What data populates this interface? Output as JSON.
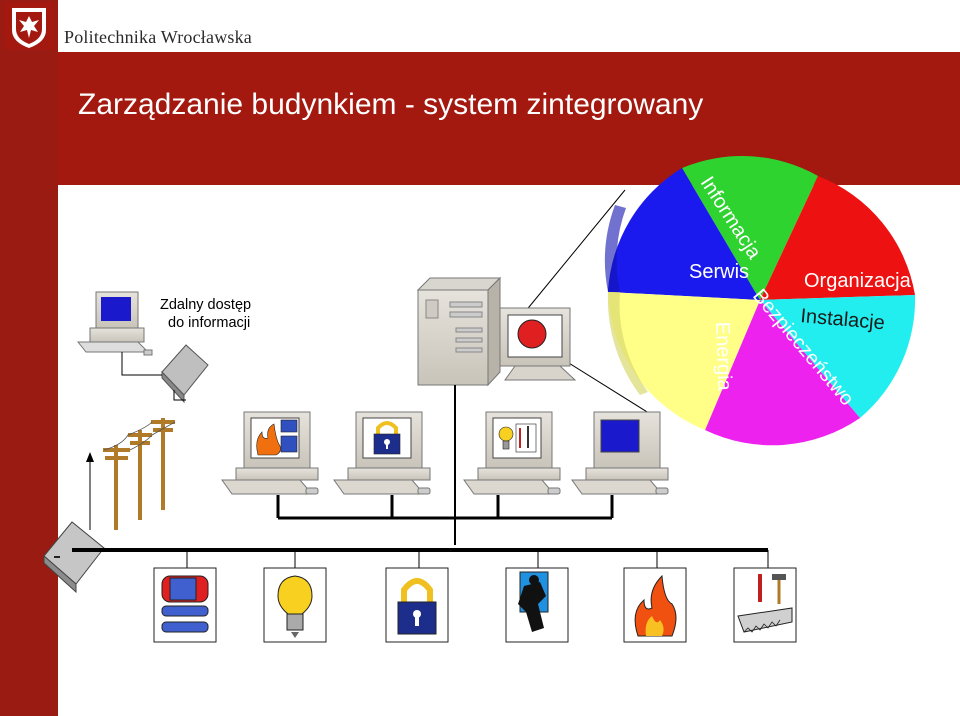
{
  "header": {
    "logo_text": "Politechnika Wrocławska",
    "title": "Zarządzanie budynkiem - system zintegrowany"
  },
  "remote_access": {
    "line1": "Zdalny dostęp",
    "line2": "do informacji"
  },
  "pie": {
    "labels": {
      "informacja": "Informacja",
      "serwis": "Serwis",
      "organizacja": "Organizacja",
      "instalacje": "Instalacje",
      "bezpieczenstwo": "Bezpieczeństwo",
      "energia": "Energia"
    },
    "colors": {
      "informacja": "#2fd32f",
      "serwis": "#1a1aee",
      "organizacja": "#ee1111",
      "instalacje": "#22eef0",
      "bezpieczenstwo": "#ee22ee",
      "energia": "#ffff88"
    }
  },
  "colors": {
    "brand_red": "#a3190f",
    "bus_line": "#000000"
  },
  "icons": {
    "network_workstations": [
      "fire-hvac-icon",
      "lock-icon",
      "lightbulb-tools-icon",
      "blank-screen-icon"
    ],
    "subsystems": [
      "heating-radiator-icon",
      "lightbulb-icon",
      "padlock-icon",
      "intruder-icon",
      "fire-icon",
      "tools-saw-icon"
    ]
  }
}
